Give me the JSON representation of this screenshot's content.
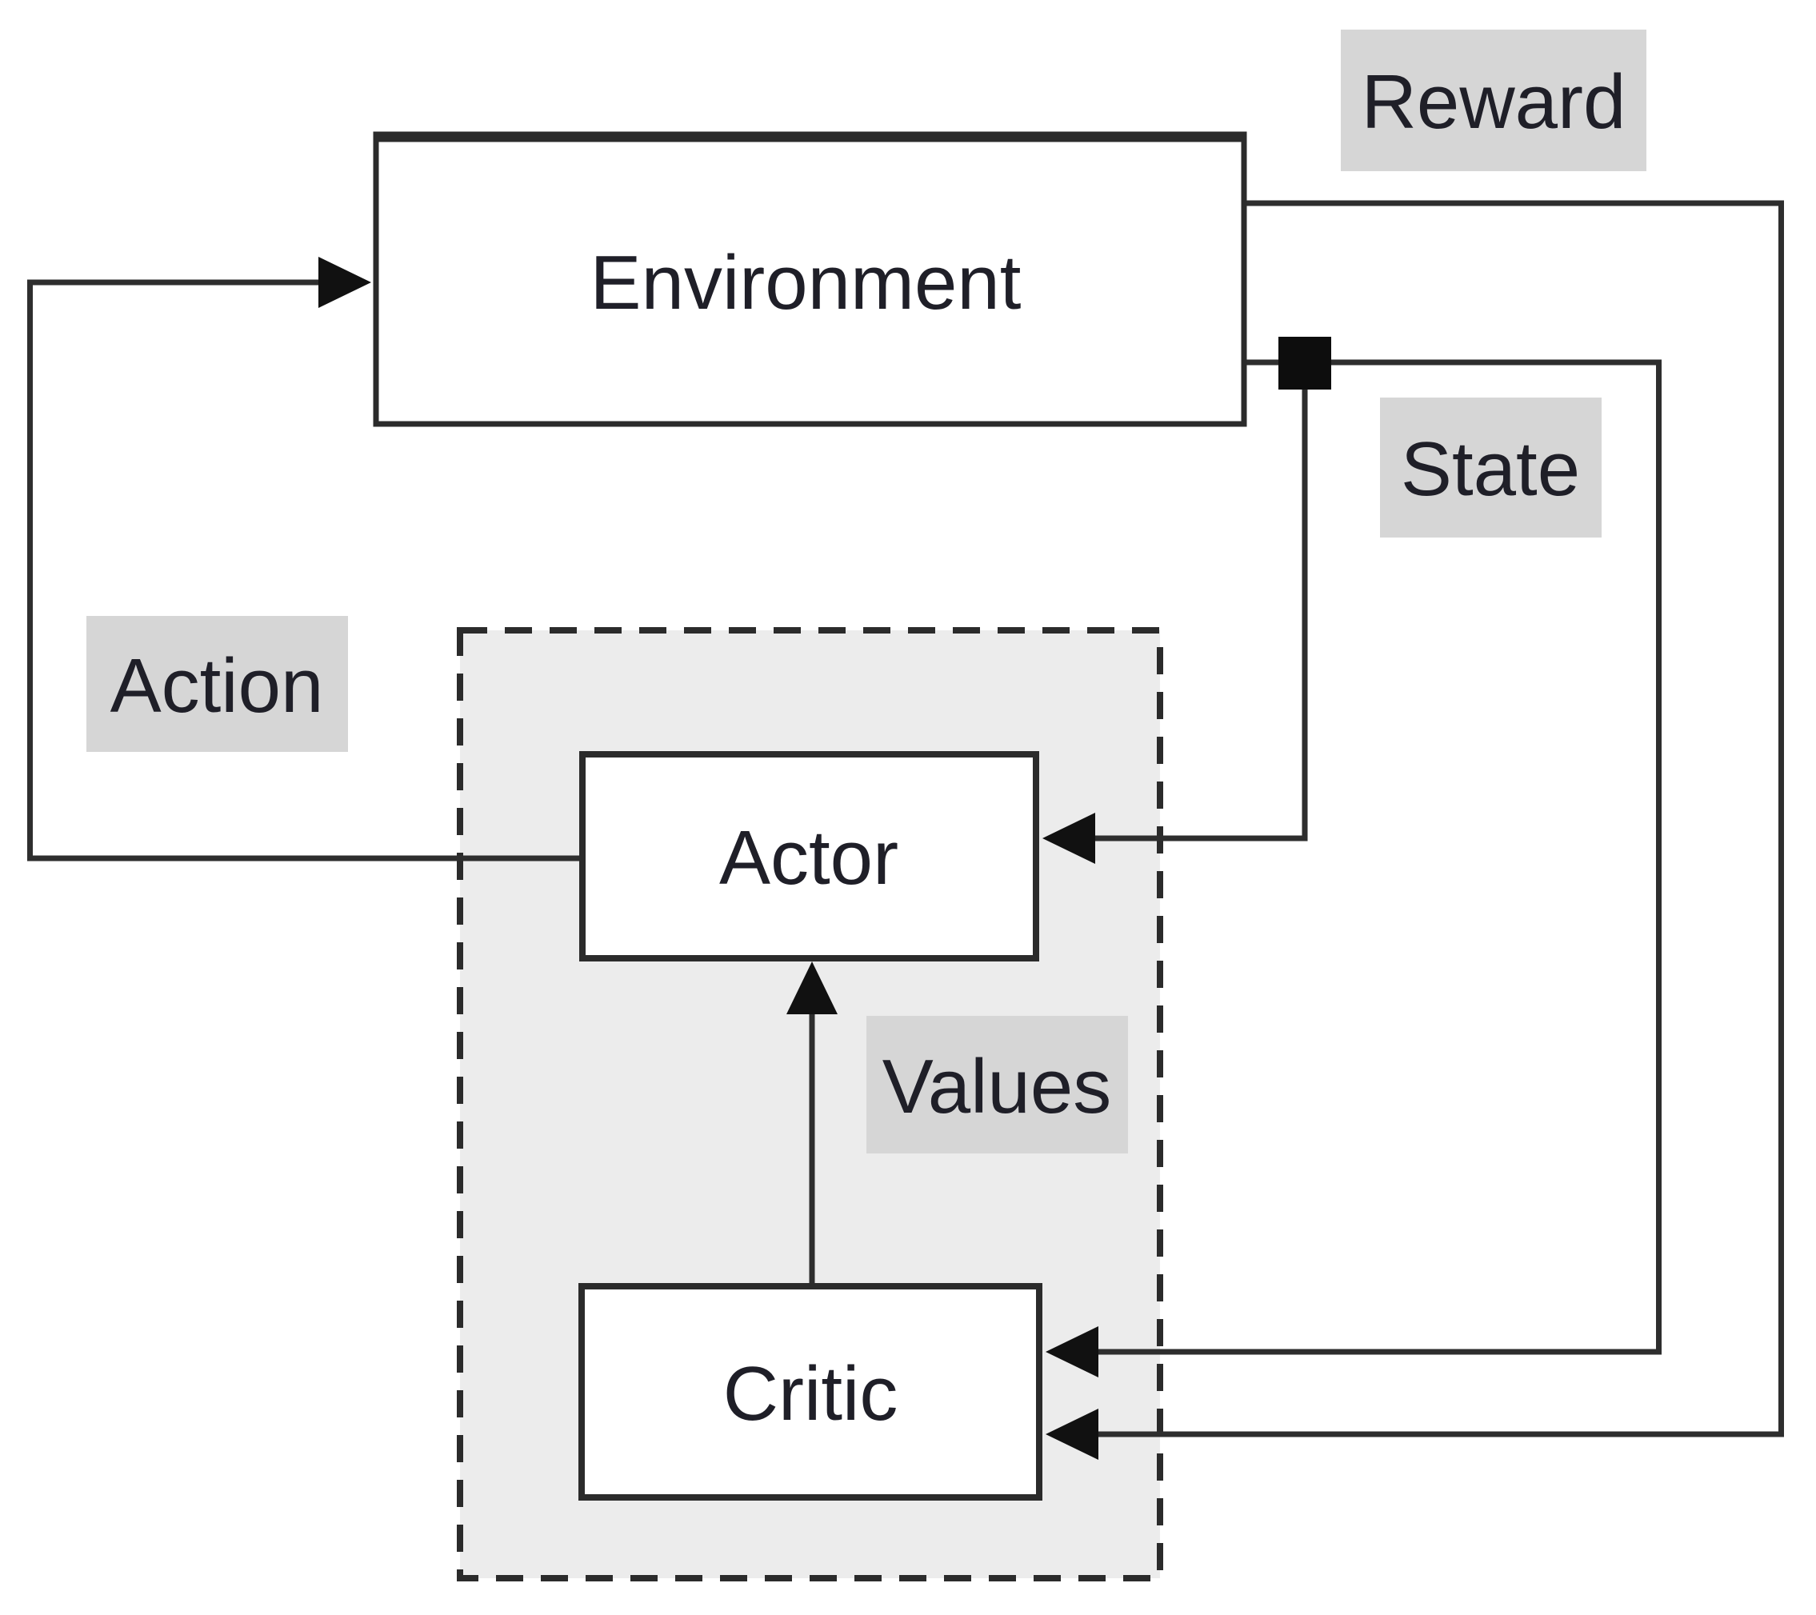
{
  "nodes": {
    "environment": {
      "label": "Environment"
    },
    "actor": {
      "label": "Actor"
    },
    "critic": {
      "label": "Critic"
    }
  },
  "labels": {
    "reward": "Reward",
    "state": "State",
    "action": "Action",
    "values": "Values"
  },
  "edges": [
    {
      "from": "Environment",
      "to": "Critic",
      "label": "Reward"
    },
    {
      "from": "Environment",
      "to": "Actor",
      "label": "State"
    },
    {
      "from": "Environment",
      "to": "Critic",
      "label": "State"
    },
    {
      "from": "Actor",
      "to": "Environment",
      "label": "Action"
    },
    {
      "from": "Critic",
      "to": "Actor",
      "label": "Values"
    }
  ],
  "colors": {
    "background": "#ffffff",
    "line": "#2e2e2e",
    "node_fill": "#ffffff",
    "node_border": "#2b2b2b",
    "agent_box_fill": "#ececec",
    "edge_label_fill": "#d6d6d6",
    "text": "#1f1f28",
    "junction_square": "#0d0d0d"
  }
}
